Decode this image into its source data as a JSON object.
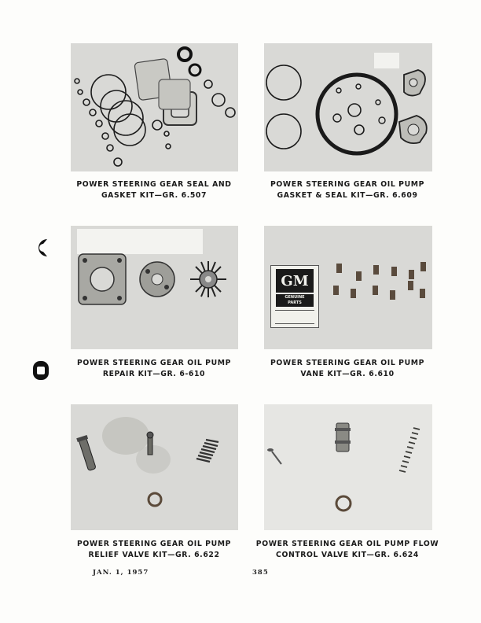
{
  "kits": [
    {
      "line1": "POWER STEERING GEAR SEAL AND",
      "line2": "GASKET KIT—GR. 6.507"
    },
    {
      "line1": "POWER STEERING GEAR OIL PUMP",
      "line2": "GASKET & SEAL KIT—GR. 6.609"
    },
    {
      "line1": "POWER STEERING GEAR OIL PUMP",
      "line2": "REPAIR KIT—GR. 6-610"
    },
    {
      "line1": "POWER STEERING GEAR OIL PUMP",
      "line2": "VANE KIT—GR. 6.610"
    },
    {
      "line1": "POWER STEERING GEAR OIL PUMP",
      "line2": "RELIEF VALVE KIT—GR. 6.622"
    },
    {
      "line1": "POWER STEERING GEAR OIL PUMP FLOW",
      "line2": "CONTROL VALVE KIT—GR. 6.624"
    }
  ],
  "package": {
    "logo": "GM",
    "line1": "GENUINE",
    "line2": "PARTS"
  },
  "footer": {
    "date": "JAN. 1, 1957",
    "page": "385"
  }
}
